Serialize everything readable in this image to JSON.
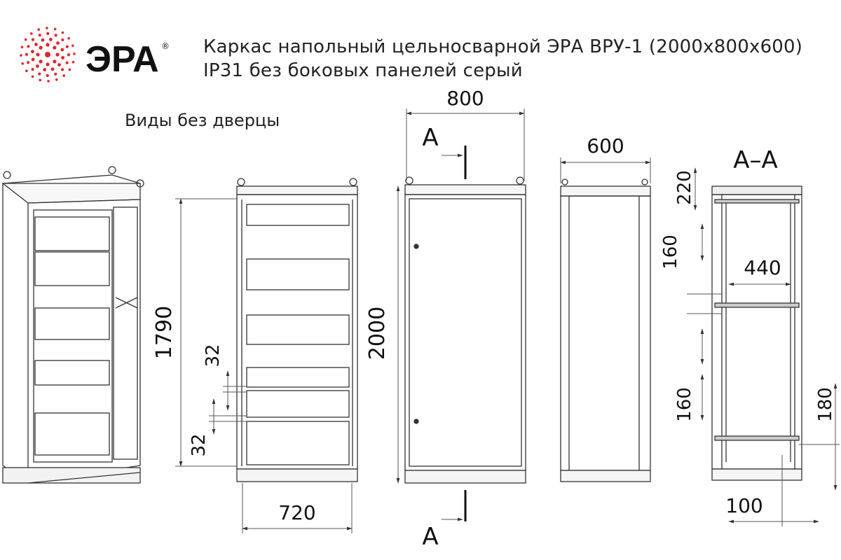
{
  "brand": {
    "name": "ЭРА",
    "registered": "®"
  },
  "title_line1": "Каркас напольный цельносварной ЭРА ВРУ-1 (2000х800х600)",
  "title_line2": "IP31 без боковых панелей серый",
  "views_label": "Виды без дверцы",
  "section_marker": "А",
  "section_title": "А–А",
  "dimensions": {
    "front_height": "1790",
    "rail_gap_upper": "32",
    "rail_gap_lower": "32",
    "inner_width": "720",
    "total_height": "2000",
    "total_width": "800",
    "depth": "600",
    "top_offset": "220",
    "pitch_upper": "160",
    "pitch_lower": "160",
    "inner_depth": "440",
    "bottom_offset": "180",
    "base_offset": "100"
  },
  "colors": {
    "brand_red": "#e3242b",
    "line": "#333333",
    "dim_line": "#555555"
  }
}
